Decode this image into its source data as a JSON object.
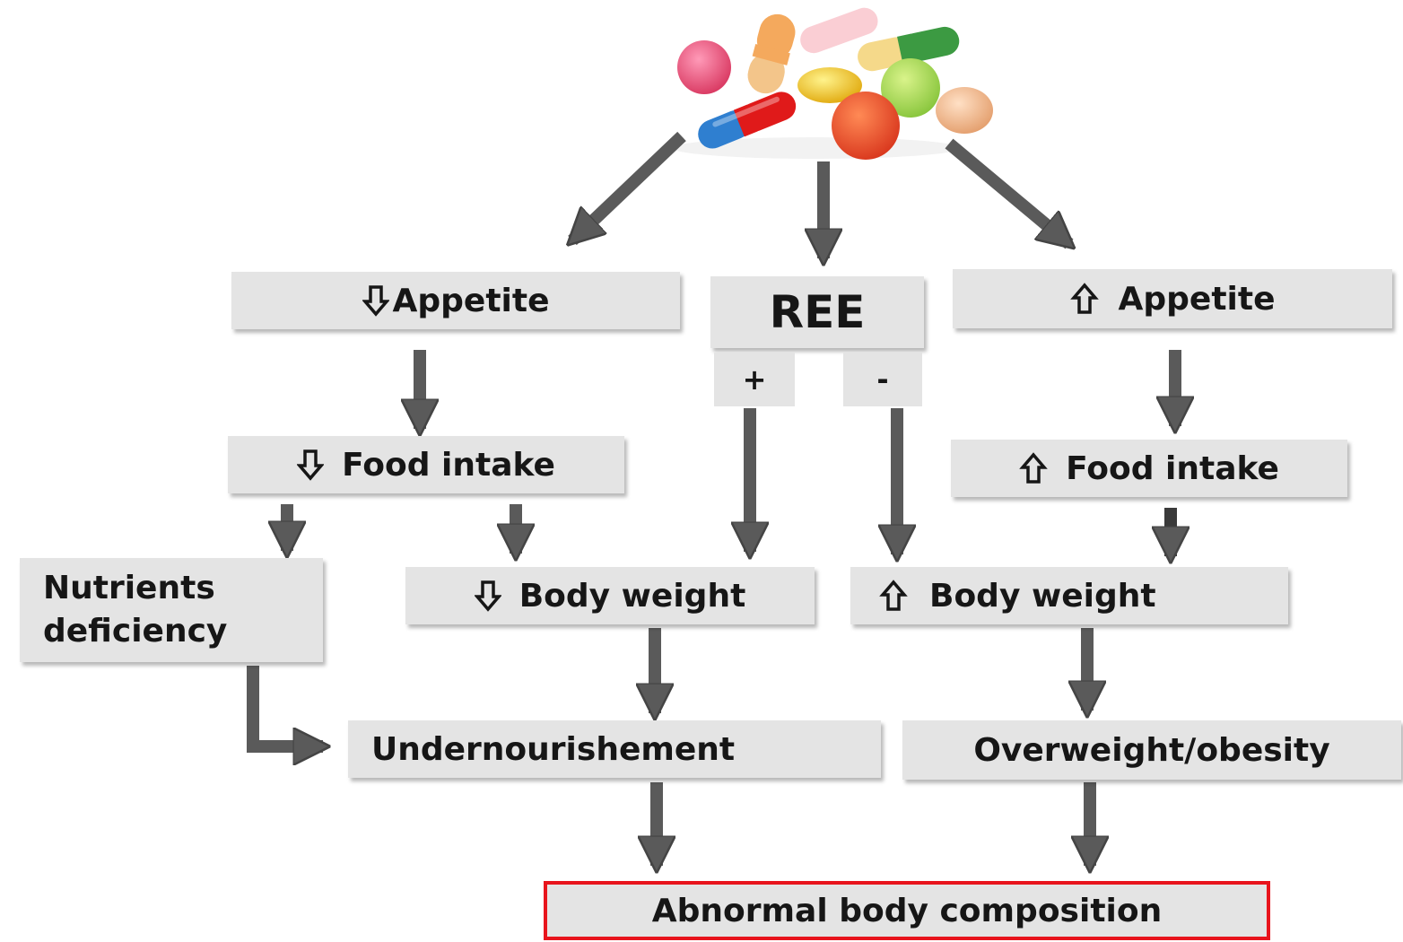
{
  "boxes": {
    "appetite_down": "Appetite",
    "ree": "REE",
    "appetite_up": "Appetite",
    "food_intake_down": "Food intake",
    "food_intake_up": "Food intake",
    "nutrients_deficiency_line1": "Nutrients",
    "nutrients_deficiency_line2": "deficiency",
    "body_weight_down": "Body weight",
    "body_weight_up": "Body weight",
    "undernourishment": "Undernourishement",
    "overweight_obesity": "Overweight/obesity",
    "abnormal_body_composition": "Abnormal body composition"
  },
  "ree_signs": {
    "plus": "+",
    "minus": "-"
  },
  "icons": {
    "decrease": "outline-down-arrow-icon",
    "increase": "outline-up-arrow-icon"
  },
  "colors": {
    "arrow": "#5a5a5a",
    "box": "#e4e4e4",
    "highlight_border": "#e8141c"
  }
}
